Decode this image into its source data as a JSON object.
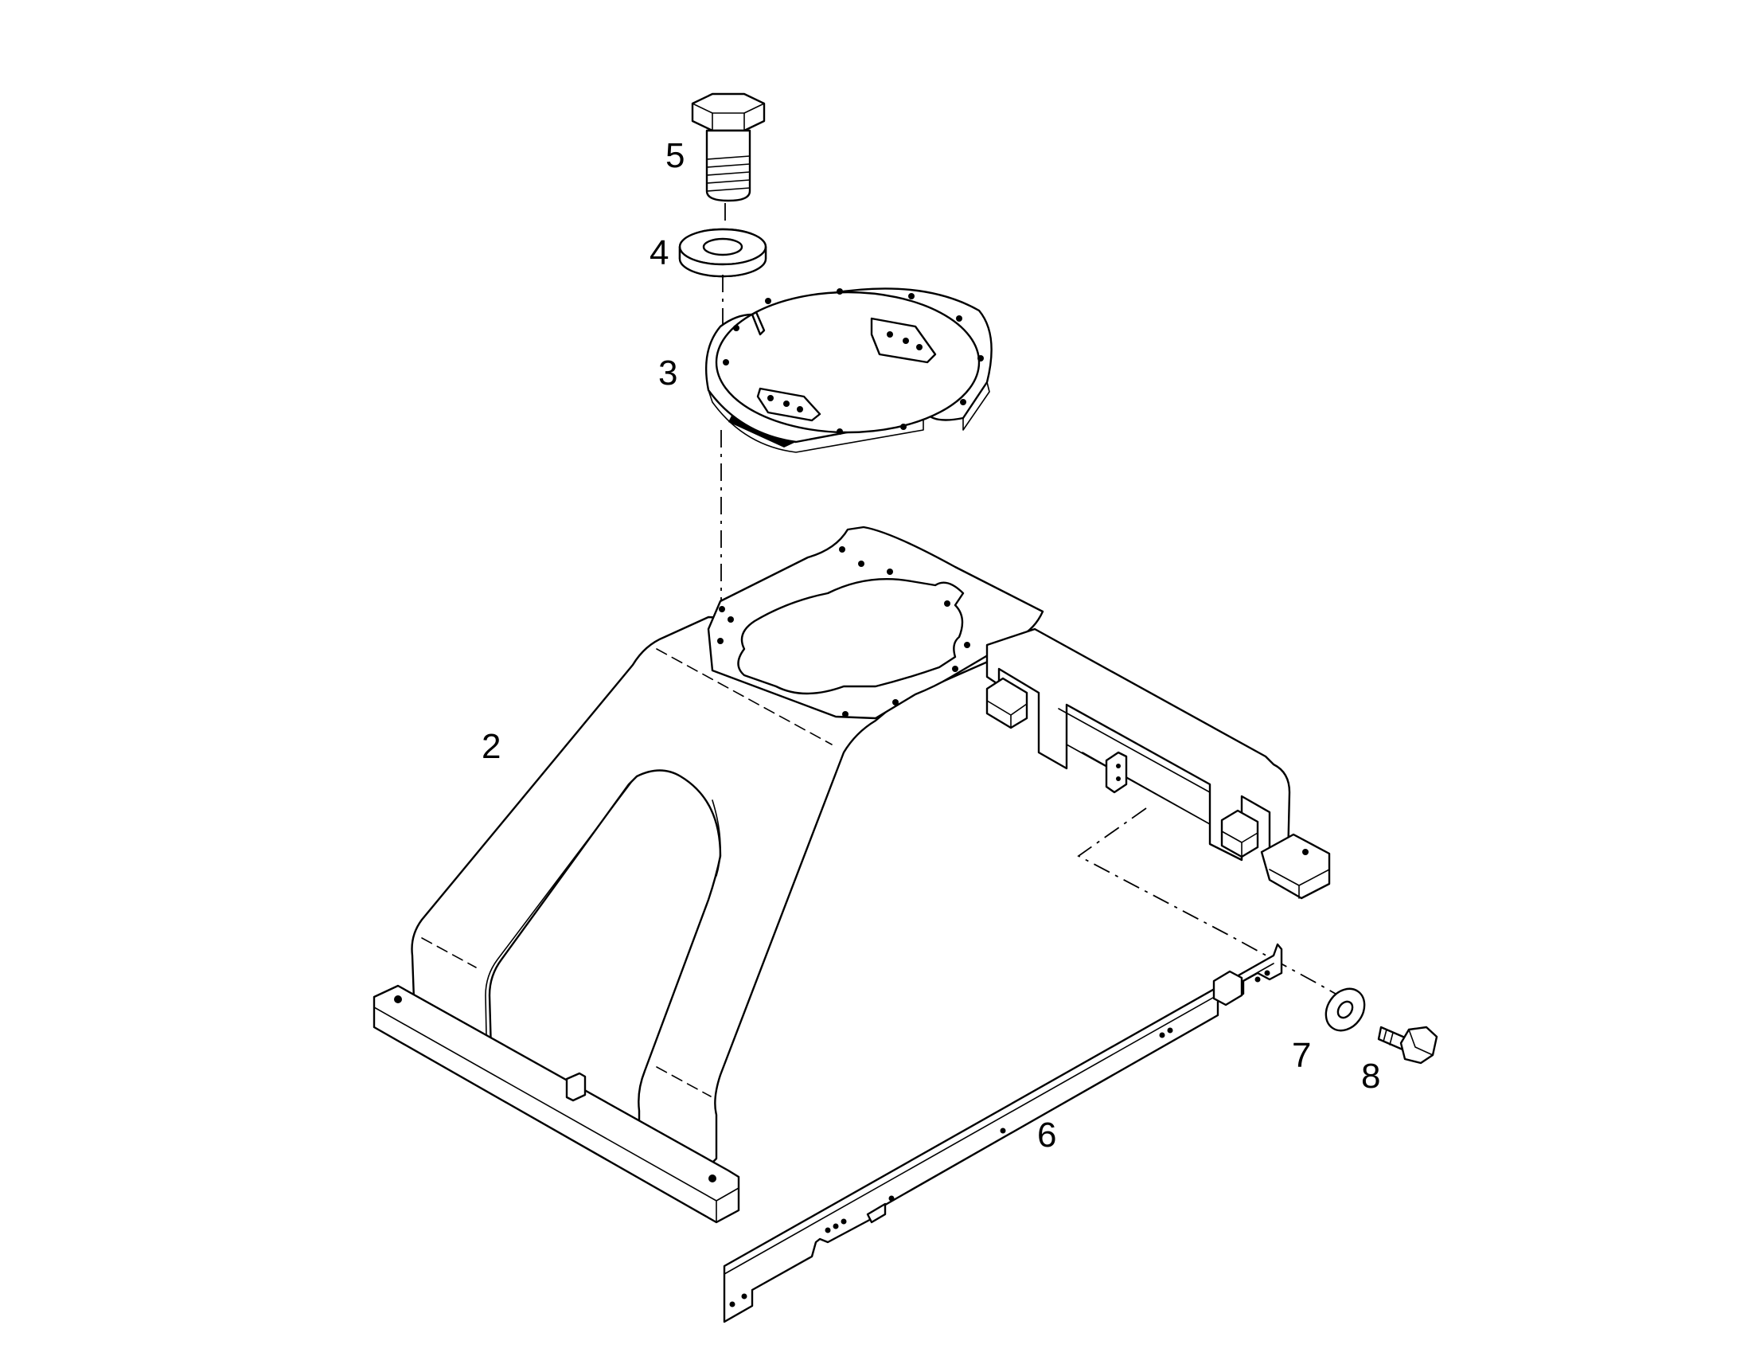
{
  "figure": {
    "callouts": [
      {
        "id": "c2",
        "label": "2",
        "part": "frame"
      },
      {
        "id": "c3",
        "label": "3",
        "part": "ring"
      },
      {
        "id": "c4",
        "label": "4",
        "part": "washer"
      },
      {
        "id": "c5",
        "label": "5",
        "part": "bolt"
      },
      {
        "id": "c6",
        "label": "6",
        "part": "rail"
      },
      {
        "id": "c7",
        "label": "7",
        "part": "washer"
      },
      {
        "id": "c8",
        "label": "8",
        "part": "bolt"
      }
    ]
  }
}
